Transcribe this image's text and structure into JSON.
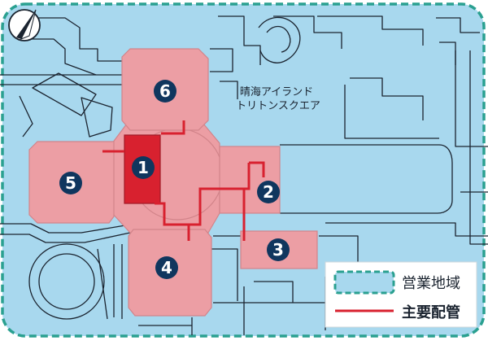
{
  "area_label": {
    "line1": "晴海アイランド",
    "line2": "トリトンスクエア"
  },
  "facilities": [
    {
      "number": "1"
    },
    {
      "number": "2"
    },
    {
      "number": "3"
    },
    {
      "number": "4"
    },
    {
      "number": "5"
    },
    {
      "number": "6"
    }
  ],
  "legend": {
    "service_area_label": "営業地域",
    "main_pipe_label": "主要配管"
  },
  "colors": {
    "service_area_fill": "#a8d8ee",
    "service_area_border": "#2aa090",
    "building_fill": "#ec9ea4",
    "building_stroke": "#d2848a",
    "plant_fill": "#d8212f",
    "pipe": "#d8212f",
    "badge": "#10365e",
    "outline": "#1b2430"
  },
  "icons": {
    "north_arrow": "north-arrow-icon"
  }
}
